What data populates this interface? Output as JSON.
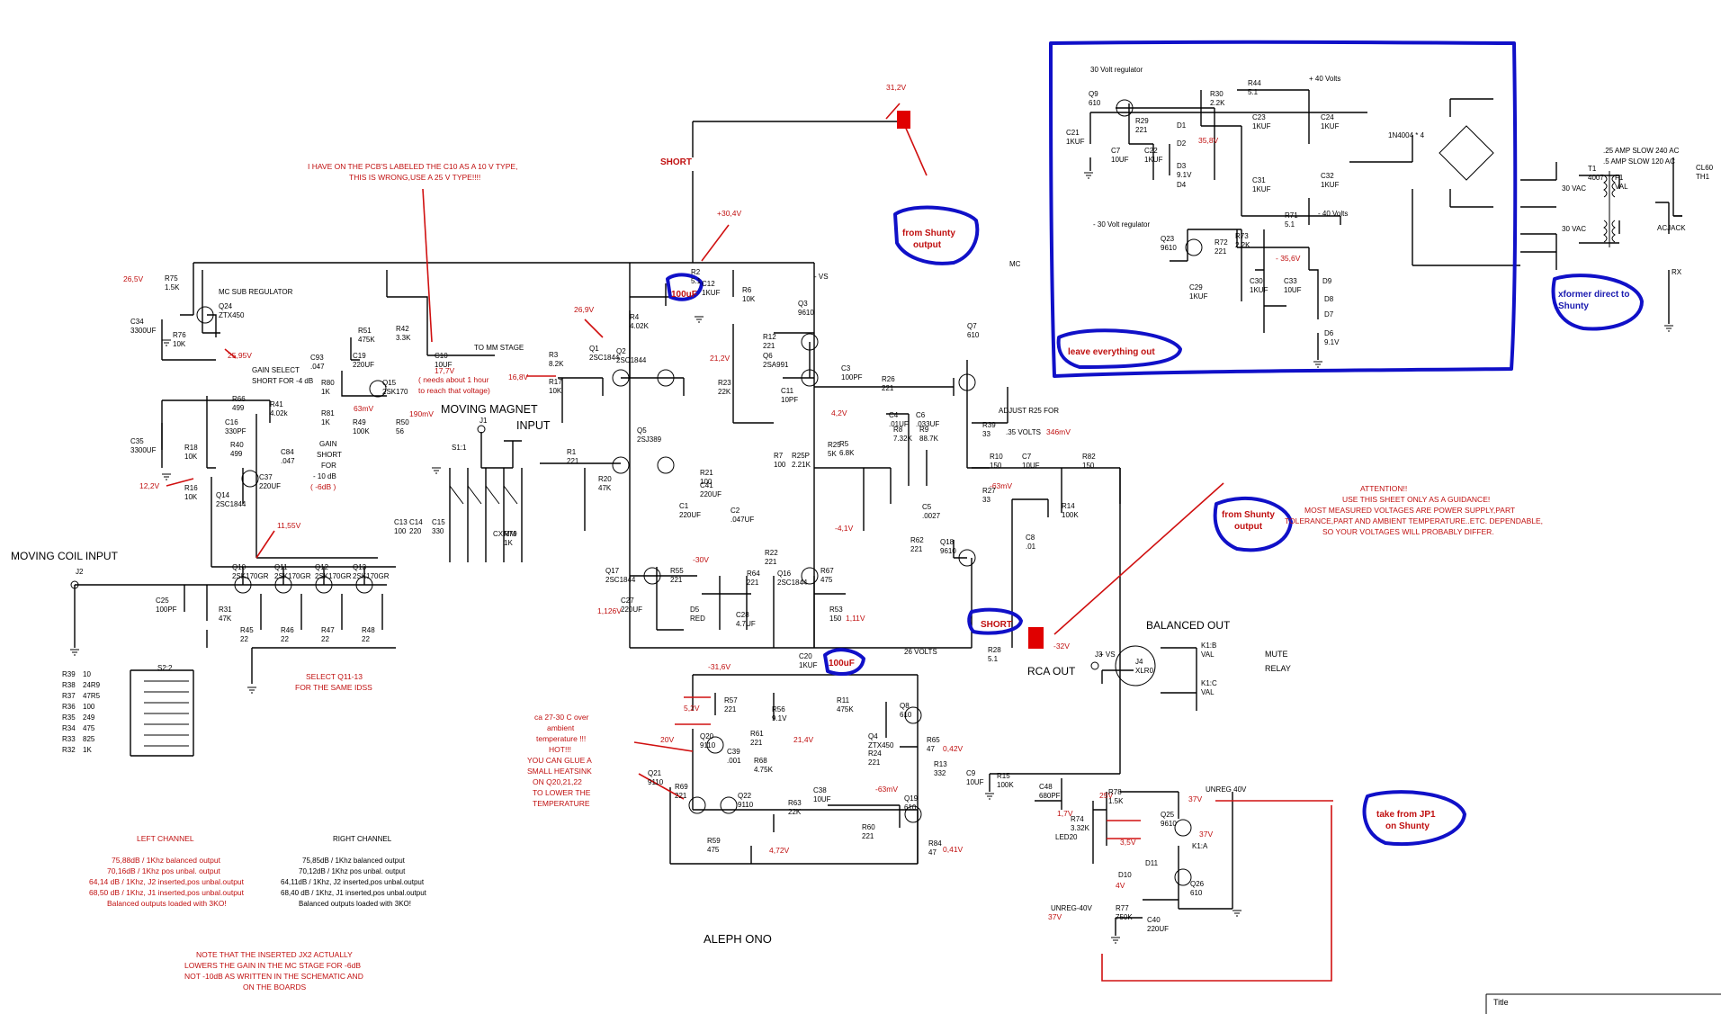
{
  "title": "ALEPH ONO",
  "title_box": "Title",
  "headings": {
    "moving_coil_input": "MOVING COIL INPUT",
    "moving_magnet": "MOVING   MAGNET",
    "input": "INPUT",
    "balanced_out": "BALANCED OUT",
    "rca_out": "RCA OUT",
    "mute": "MUTE",
    "relay": "RELAY",
    "mc_sub_regulator": "MC SUB REGULATOR",
    "to_mm_stage": "TO MM STAGE",
    "regulator_pos": "30 Volt regulator",
    "regulator_neg": "- 30 Volt regulator",
    "plus_40": "+ 40 Volts",
    "minus_40": "- 40 Volts",
    "bridge": "1N4004 * 4"
  },
  "notes": {
    "c10_1": "I HAVE ON THE PCB'S LABELED THE C10 AS A 10 V TYPE,",
    "c10_2": "THIS IS WRONG,USE A 25 V TYPE!!!!",
    "gain_1": "GAIN SELECT",
    "gain_2": "SHORT FOR -4 dB",
    "short_gain_1": "GAIN",
    "short_gain_2": "SHORT",
    "short_gain_3": "FOR",
    "short_gain_4": "- 10 dB",
    "short_gain_5": "( -6dB )",
    "hour_1": "( needs about 1 hour",
    "hour_2": "to reach that voltage)",
    "select_1": "SELECT Q11-13",
    "select_2": "FOR THE SAME IDSS",
    "adjust_1": "ADJUST R25 FOR",
    "adjust_2": ".35 VOLTS",
    "attention_1": "ATTENTION!!",
    "attention_2": "USE THIS SHEET ONLY AS A GUIDANCE!",
    "attention_3": "MOST MEASURED VOLTAGES ARE POWER SUPPLY,PART",
    "attention_4": "TOLERANCE,PART AND AMBIENT TEMPERATURE..ETC. DEPENDABLE,",
    "attention_5": "SO YOUR VOLTAGES WILL PROBABLY DIFFER.",
    "heat_1": "ca 27-30 C over",
    "heat_2": "ambient",
    "heat_3": "temperature !!!",
    "heat_4": "HOT!!!",
    "heat_5": "YOU CAN GLUE A",
    "heat_6": "SMALL HEATSINK",
    "heat_7": "ON Q20,21,22",
    "heat_8": "TO LOWER THE",
    "heat_9": "TEMPERATURE",
    "jx_1": "NOTE THAT THE INSERTED JX2 ACTUALLY",
    "jx_2": "LOWERS THE GAIN IN THE MC STAGE FOR -6dB",
    "jx_3": "NOT -10dB AS WRITTEN IN THE SCHEMATIC AND",
    "jx_4": "ON THE BOARDS",
    "fuse_1": ".25 AMP SLOW 240 AC",
    "fuse_2": ".5 AMP SLOW 120 AC",
    "vac_1": "30 VAC",
    "vac_2": "30 VAC",
    "acjack": "ACJACK"
  },
  "bubbles": {
    "shunty_1a": "from Shunty",
    "shunty_1b": "output",
    "shunty_2a": "from Shunty",
    "shunty_2b": "output",
    "leave": "leave everything out",
    "xformer_1": "xformer direct to",
    "xformer_2": "Shunty",
    "jp1_1": "take from JP1",
    "jp1_2": "on Shunty",
    "short_1": "SHORT",
    "short_2": "SHORT",
    "cap_1": "100uF",
    "cap_2": "100uF"
  },
  "channels": {
    "left_title": "LEFT CHANNEL",
    "right_title": "RIGHT CHANNEL",
    "left": [
      "75,88dB / 1Khz balanced output",
      "70,16dB / 1Khz pos unbal. output",
      "64,14 dB / 1Khz, J2 inserted,pos unbal.output",
      "68,50 dB / 1Khz, J1 inserted,pos unbal.output",
      "Balanced outputs loaded with 3KO!"
    ],
    "right": [
      "75,85dB / 1Khz balanced output",
      "70,12dB / 1Khz pos unbal. output",
      "64,11dB / 1Khz, J2 inserted,pos unbal.output",
      "68,40 dB / 1Khz, J1 inserted,pos unbal.output",
      "Balanced outputs loaded with 3KO!"
    ]
  },
  "resistor_table": [
    [
      "R39",
      "10"
    ],
    [
      "R38",
      "24R9"
    ],
    [
      "R37",
      "47R5"
    ],
    [
      "R36",
      "100"
    ],
    [
      "R35",
      "249"
    ],
    [
      "R34",
      "475"
    ],
    [
      "R33",
      "825"
    ],
    [
      "R32",
      "1K"
    ]
  ],
  "voltages": {
    "v1": "31,2V",
    "v2": "+30,4V",
    "v3": "26,5V",
    "v4": "25,95V",
    "v5": "26,9V",
    "v6": "16,8V",
    "v7": "21,2V",
    "v8": "17,7V",
    "v9": "63mV",
    "v10": "190mV",
    "v11": "12,2V",
    "v12": "11,55V",
    "v13": "4,2V",
    "v14": "-4,1V",
    "v15": "-30V",
    "v16": "1,126V",
    "v17": "-31,6V",
    "v18": "1,11V",
    "v19": "-32V",
    "v20": "346mV",
    "v21": "-63mV",
    "v22": "35,8V",
    "v23": "- 35,6V",
    "v24": "5,2V",
    "v25": "20V",
    "v26": "21,4V",
    "v27": "0,42V",
    "v28": "-63mV",
    "v29": "4,72V",
    "v30": "0,41V",
    "v31": "25V",
    "v32": "1,7V",
    "v33": "3,5V",
    "v34": "4V",
    "v35": "37V",
    "v36": "37V",
    "v37": "37V"
  },
  "parts": [
    {
      "t": "R75",
      "v": "1.5K"
    },
    {
      "t": "Q24",
      "v": "ZTX450"
    },
    {
      "t": "C34",
      "v": "3300UF"
    },
    {
      "t": "R76",
      "v": "10K"
    },
    {
      "t": "R51",
      "v": "475K"
    },
    {
      "t": "R42",
      "v": "3.3K"
    },
    {
      "t": "C19",
      "v": "220UF"
    },
    {
      "t": "C10",
      "v": "10UF"
    },
    {
      "t": "Q15",
      "v": "2SK170"
    },
    {
      "t": "R49",
      "v": "100K"
    },
    {
      "t": "R50",
      "v": "56"
    },
    {
      "t": "R41",
      "v": "4.02k"
    },
    {
      "t": "R80",
      "v": "1K"
    },
    {
      "t": "R81",
      "v": "1K"
    },
    {
      "t": "R66",
      "v": "499"
    },
    {
      "t": "C16",
      "v": "330PF"
    },
    {
      "t": "R40",
      "v": "499"
    },
    {
      "t": "C84",
      "v": ".047"
    },
    {
      "t": "C93",
      "v": ".047"
    },
    {
      "t": "C35",
      "v": "3300UF"
    },
    {
      "t": "R18",
      "v": "10K"
    },
    {
      "t": "R16",
      "v": "10K"
    },
    {
      "t": "Q14",
      "v": "2SC1844"
    },
    {
      "t": "C37",
      "v": "220UF"
    },
    {
      "t": "Q10",
      "v": "2SK170GR"
    },
    {
      "t": "Q11",
      "v": "2SK170GR"
    },
    {
      "t": "Q12",
      "v": "2SK170GR"
    },
    {
      "t": "Q13",
      "v": "2SK170GR"
    },
    {
      "t": "C25",
      "v": "100PF"
    },
    {
      "t": "R31",
      "v": "47K"
    },
    {
      "t": "R45",
      "v": "22"
    },
    {
      "t": "R46",
      "v": "22"
    },
    {
      "t": "R47",
      "v": "22"
    },
    {
      "t": "R48",
      "v": "22"
    },
    {
      "t": "S2:2",
      "v": ""
    },
    {
      "t": "S1:1",
      "v": ""
    },
    {
      "t": "J1",
      "v": ""
    },
    {
      "t": "J2",
      "v": ""
    },
    {
      "t": "C13",
      "v": "100"
    },
    {
      "t": "C14",
      "v": "220"
    },
    {
      "t": "C15",
      "v": "330"
    },
    {
      "t": "R79",
      "v": "1K"
    },
    {
      "t": "R1",
      "v": "221"
    },
    {
      "t": "R20",
      "v": "47K"
    },
    {
      "t": "R3",
      "v": "8.2K"
    },
    {
      "t": "R17",
      "v": "10K"
    },
    {
      "t": "Q1",
      "v": "2SC1844"
    },
    {
      "t": "Q2",
      "v": "2SC1844"
    },
    {
      "t": "R4",
      "v": "4.02K"
    },
    {
      "t": "Q5",
      "v": "2SJ389"
    },
    {
      "t": "R2",
      "v": "5.1"
    },
    {
      "t": "C12",
      "v": "1KUF"
    },
    {
      "t": "R6",
      "v": "10K"
    },
    {
      "t": "Q3",
      "v": "9610"
    },
    {
      "t": "R12",
      "v": "221"
    },
    {
      "t": "Q6",
      "v": "2SA991"
    },
    {
      "t": "R23",
      "v": "22K"
    },
    {
      "t": "C11",
      "v": "10PF"
    },
    {
      "t": "C3",
      "v": "100PF"
    },
    {
      "t": "R26",
      "v": "221"
    },
    {
      "t": "Q7",
      "v": "610"
    },
    {
      "t": "R21",
      "v": "100"
    },
    {
      "t": "C41",
      "v": "220UF"
    },
    {
      "t": "C1",
      "v": "220UF"
    },
    {
      "t": "C2",
      "v": ".047UF"
    },
    {
      "t": "R7",
      "v": "100"
    },
    {
      "t": "R25P",
      "v": "2.21K"
    },
    {
      "t": "R25",
      "v": "5K"
    },
    {
      "t": "R5",
      "v": "6.8K"
    },
    {
      "t": "R22",
      "v": "221"
    },
    {
      "t": "R55",
      "v": "221"
    },
    {
      "t": "R64",
      "v": "221"
    },
    {
      "t": "Q16",
      "v": "2SC1844"
    },
    {
      "t": "Q17",
      "v": "2SC1844"
    },
    {
      "t": "R67",
      "v": "475"
    },
    {
      "t": "C27",
      "v": "220UF"
    },
    {
      "t": "D5",
      "v": "RED"
    },
    {
      "t": "C28",
      "v": "4.7UF"
    },
    {
      "t": "R53",
      "v": "150"
    },
    {
      "t": "C20",
      "v": "1KUF"
    },
    {
      "t": "C4",
      "v": ".01UF"
    },
    {
      "t": "C6",
      "v": ".033UF"
    },
    {
      "t": "R8",
      "v": "7.32K"
    },
    {
      "t": "R9",
      "v": "88.7K"
    },
    {
      "t": "C5",
      "v": ".0027"
    },
    {
      "t": "R39",
      "v": "33"
    },
    {
      "t": "R27",
      "v": "33"
    },
    {
      "t": "R62",
      "v": "221"
    },
    {
      "t": "Q18",
      "v": "9610"
    },
    {
      "t": "R10",
      "v": "150"
    },
    {
      "t": "C7",
      "v": "10UF"
    },
    {
      "t": "R82",
      "v": "150"
    },
    {
      "t": "R14",
      "v": "100K"
    },
    {
      "t": "C8",
      "v": ".01"
    },
    {
      "t": "R28",
      "v": "5.1"
    },
    {
      "t": "J3",
      "v": ""
    },
    {
      "t": "J4",
      "v": "XLR0"
    },
    {
      "t": "K1:B",
      "v": "VAL"
    },
    {
      "t": "K1:C",
      "v": "VAL"
    },
    {
      "t": "R57",
      "v": "221"
    },
    {
      "t": "R56",
      "v": "9.1V"
    },
    {
      "t": "R11",
      "v": "475K"
    },
    {
      "t": "Q8",
      "v": "610"
    },
    {
      "t": "Q20",
      "v": "9110"
    },
    {
      "t": "R61",
      "v": "221"
    },
    {
      "t": "R68",
      "v": "4.75K"
    },
    {
      "t": "Q4",
      "v": "ZTX450"
    },
    {
      "t": "R24",
      "v": "221"
    },
    {
      "t": "R65",
      "v": "47"
    },
    {
      "t": "C39",
      "v": ".001"
    },
    {
      "t": "Q21",
      "v": "9110"
    },
    {
      "t": "R69",
      "v": "221"
    },
    {
      "t": "Q22",
      "v": "9110"
    },
    {
      "t": "R63",
      "v": "22K"
    },
    {
      "t": "C38",
      "v": "10UF"
    },
    {
      "t": "R13",
      "v": "332"
    },
    {
      "t": "C9",
      "v": "10UF"
    },
    {
      "t": "R15",
      "v": "100K"
    },
    {
      "t": "C48",
      "v": "680PF"
    },
    {
      "t": "Q19",
      "v": "610"
    },
    {
      "t": "R59",
      "v": "475"
    },
    {
      "t": "R60",
      "v": "221"
    },
    {
      "t": "R84",
      "v": "47"
    },
    {
      "t": "R74",
      "v": "3.32K"
    },
    {
      "t": "R78",
      "v": "1.5K"
    },
    {
      "t": "LED20",
      "v": ""
    },
    {
      "t": "Q25",
      "v": "9610"
    },
    {
      "t": "D11",
      "v": ""
    },
    {
      "t": "K1:A",
      "v": ""
    },
    {
      "t": "D10",
      "v": ""
    },
    {
      "t": "Q26",
      "v": "610"
    },
    {
      "t": "R77",
      "v": "750K"
    },
    {
      "t": "C40",
      "v": "220UF"
    },
    {
      "t": "UNREG 40V",
      "v": ""
    },
    {
      "t": "UNREG-40V",
      "v": ""
    },
    {
      "t": "Q9",
      "v": "610"
    },
    {
      "t": "C21",
      "v": "1KUF"
    },
    {
      "t": "R29",
      "v": "221"
    },
    {
      "t": "R30",
      "v": "2.2K"
    },
    {
      "t": "C7",
      "v": "10UF"
    },
    {
      "t": "C22",
      "v": "1KUF"
    },
    {
      "t": "D1",
      "v": ""
    },
    {
      "t": "D2",
      "v": ""
    },
    {
      "t": "D3",
      "v": "9.1V"
    },
    {
      "t": "D4",
      "v": ""
    },
    {
      "t": "C23",
      "v": "1KUF"
    },
    {
      "t": "R44",
      "v": "5.1"
    },
    {
      "t": "C24",
      "v": "1KUF"
    },
    {
      "t": "C31",
      "v": "1KUF"
    },
    {
      "t": "C32",
      "v": "1KUF"
    },
    {
      "t": "R71",
      "v": "5.1"
    },
    {
      "t": "Q23",
      "v": "9610"
    },
    {
      "t": "R72",
      "v": "221"
    },
    {
      "t": "R73",
      "v": "2.2K"
    },
    {
      "t": "C29",
      "v": "1KUF"
    },
    {
      "t": "C30",
      "v": "1KUF"
    },
    {
      "t": "C33",
      "v": "10UF"
    },
    {
      "t": "D9",
      "v": ""
    },
    {
      "t": "D8",
      "v": ""
    },
    {
      "t": "D7",
      "v": ""
    },
    {
      "t": "D6",
      "v": "9.1V"
    },
    {
      "t": "T1",
      "v": "4007"
    },
    {
      "t": "F1",
      "v": "VAL"
    },
    {
      "t": "CL60",
      "v": "TH1"
    },
    {
      "t": "RX",
      "v": ""
    },
    {
      "t": "CX",
      "v": ""
    },
    {
      "t": "MM",
      "v": ""
    },
    {
      "t": "MC",
      "v": ""
    },
    {
      "t": "+ VS",
      "v": ""
    },
    {
      "t": "- VS",
      "v": ""
    },
    {
      "t": "26 VOLTS",
      "v": ""
    }
  ]
}
